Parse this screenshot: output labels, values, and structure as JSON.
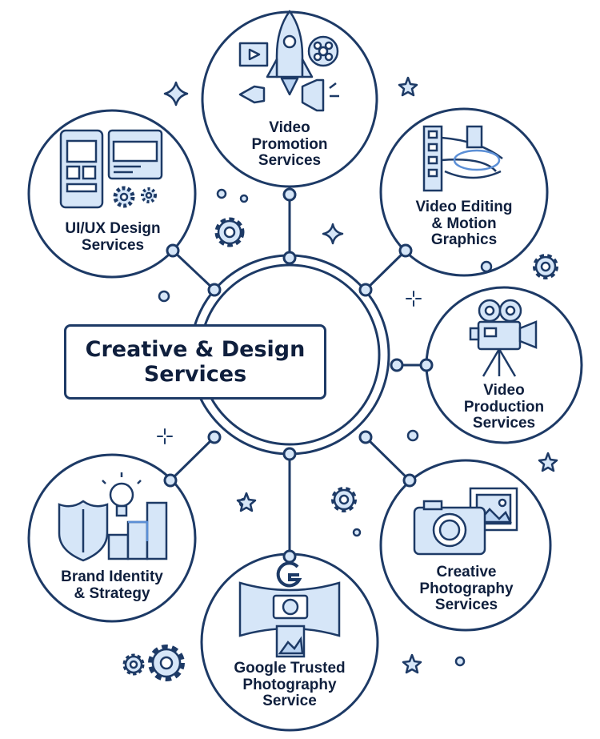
{
  "hub": {
    "line1": "Creative & Design",
    "line2": "Services"
  },
  "services": [
    {
      "id": "video-promotion",
      "lines": [
        "Video",
        "Promotion",
        "Services"
      ],
      "icon": "rocket-icon"
    },
    {
      "id": "ui-ux-design",
      "lines": [
        "UI/UX Design",
        "Services"
      ],
      "icon": "mobile-desktop-wireframe-icon"
    },
    {
      "id": "video-editing",
      "lines": [
        "Video Editing",
        "& Motion",
        "Graphics"
      ],
      "icon": "film-strip-icon"
    },
    {
      "id": "video-production",
      "lines": [
        "Video",
        "Production",
        "Services"
      ],
      "icon": "movie-camera-icon"
    },
    {
      "id": "brand-identity",
      "lines": [
        "Brand Identity",
        "& Strategy"
      ],
      "icon": "shield-lightbulb-icon"
    },
    {
      "id": "creative-photography",
      "lines": [
        "Creative",
        "Photography",
        "Services"
      ],
      "icon": "camera-photo-icon"
    },
    {
      "id": "google-photography",
      "lines": [
        "Google Trusted",
        "Photography",
        "Service"
      ],
      "icon": "google-360-camera-icon"
    }
  ],
  "colors": {
    "stroke": "#1d3a66",
    "fill_light": "#d6e6f8",
    "text": "#0f1f3d",
    "accent": "#5b8fd6"
  }
}
